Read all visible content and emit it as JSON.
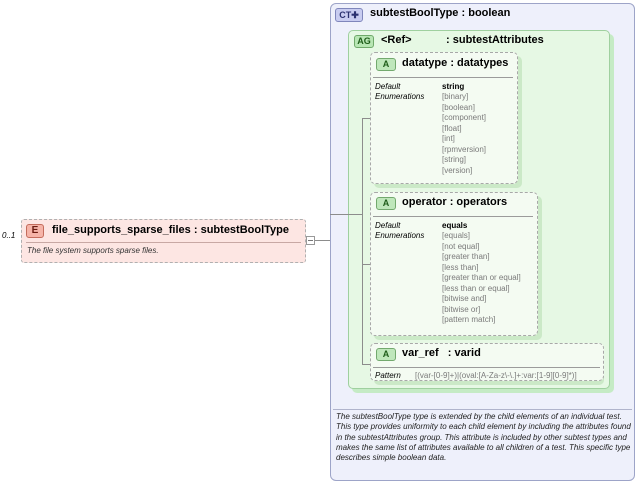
{
  "element": {
    "multiplicity": "0..1",
    "badge": "E",
    "name": "file_supports_sparse_files",
    "type": "subtestBoolType",
    "documentation": "The file system supports sparse files."
  },
  "complex_type": {
    "badge": "CT",
    "name": "subtestBoolType",
    "base": "boolean",
    "documentation": "The subtestBoolType type is extended by the child elements of an individual test.  This type provides uniformity to each child element by including the attributes found in the subtestAttributes group.  This attribute is included by other subtest types and makes the same list of attributes available to all children of a test.  This specific type describes simple boolean data."
  },
  "attribute_group": {
    "badge": "AG",
    "ref_label": "<Ref>",
    "name": "subtestAttributes"
  },
  "attributes": [
    {
      "badge": "A",
      "name": "datatype",
      "type": "datatypes",
      "labels": [
        "Default",
        "Enumerations"
      ],
      "default": "string",
      "enumerations": [
        "[binary]",
        "[boolean]",
        "[component]",
        "[float]",
        "[int]",
        "[rpmversion]",
        "[string]",
        "[version]"
      ]
    },
    {
      "badge": "A",
      "name": "operator",
      "type": "operators",
      "labels": [
        "Default",
        "Enumerations"
      ],
      "default": "equals",
      "enumerations": [
        "[equals]",
        "[not equal]",
        "[greater than]",
        "[less than]",
        "[greater than or equal]",
        "[less than or equal]",
        "[bitwise and]",
        "[bitwise or]",
        "[pattern match]"
      ]
    },
    {
      "badge": "A",
      "name": "var_ref",
      "type": "varid",
      "pattern_label": "Pattern",
      "pattern": "[(var-[0-9]+)|(oval:[A-Za-z\\-\\.]+:var:[1-9][0-9]*)]"
    }
  ],
  "separator": ":"
}
